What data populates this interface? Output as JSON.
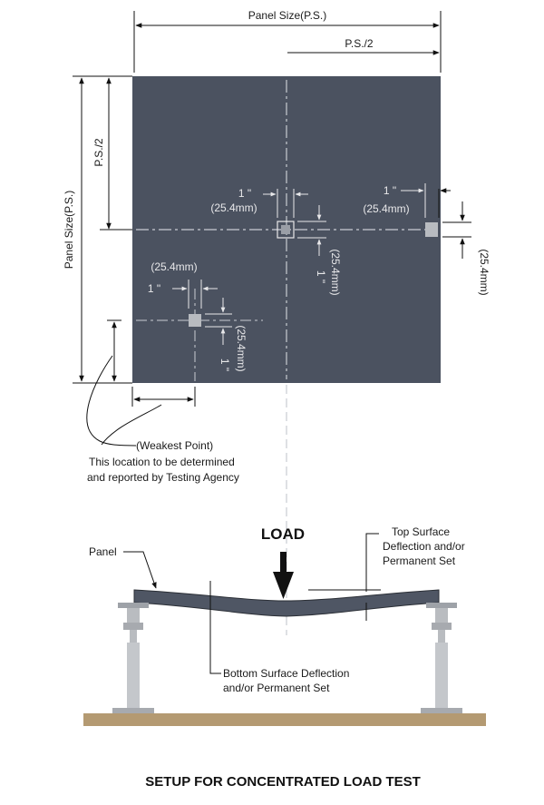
{
  "dimensions": {
    "panel_size": "Panel Size(P.S.)",
    "half_panel_size": "P.S./2",
    "one_inch": "1 \"",
    "mm_value": "(25.4mm)"
  },
  "notes": {
    "weakest_point": "(Weakest Point)",
    "location_line1": "This location to be determined",
    "location_line2": "and reported by Testing Agency"
  },
  "elevation": {
    "load": "LOAD",
    "panel": "Panel",
    "top_deflection_line1": "Top Surface",
    "top_deflection_line2": "Deflection and/or",
    "top_deflection_line3": "Permanent Set",
    "bottom_deflection_line1": "Bottom Surface Deflection",
    "bottom_deflection_line2": "and/or Permanent Set"
  },
  "caption": "SETUP FOR CONCENTRATED LOAD TEST",
  "colors": {
    "panel_fill": "#4b5260",
    "panel_grey": "#4f5664",
    "pedestal": "#b9bcc0",
    "floor": "#b49a72",
    "line": "#111111",
    "center_line": "#c9ccd2"
  }
}
